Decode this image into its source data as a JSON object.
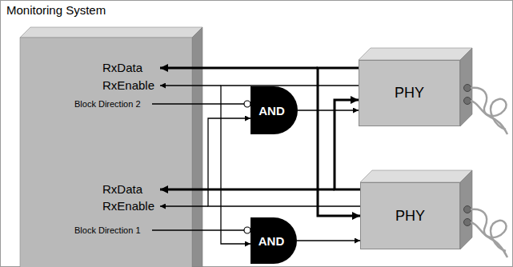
{
  "diagram": {
    "title": "Monitoring System",
    "nodes": [
      {
        "text": [
          "PHY"
        ]
      },
      {
        "text": [
          "AND"
        ]
      },
      {
        "text": [
          "PHY"
        ]
      },
      {
        "text": [
          "AND"
        ]
      }
    ],
    "edges": [
      {
        "from": 1,
        "to": 0,
        "arrow": "to"
      },
      {
        "from": 3,
        "to": 2,
        "arrow": "to"
      },
      {
        "from": 0,
        "to": 2,
        "arrow": "to"
      },
      {
        "from": 2,
        "to": 0,
        "arrow": "to"
      },
      {
        "from": 0,
        "to": 3,
        "arrow": "to"
      },
      {
        "from": 2,
        "to": 1,
        "arrow": "to"
      }
    ],
    "labels": [
      "RxData",
      "RxEnable",
      "Block Direction 2",
      "RxData",
      "RxEnable",
      "Block Direction 1"
    ]
  }
}
